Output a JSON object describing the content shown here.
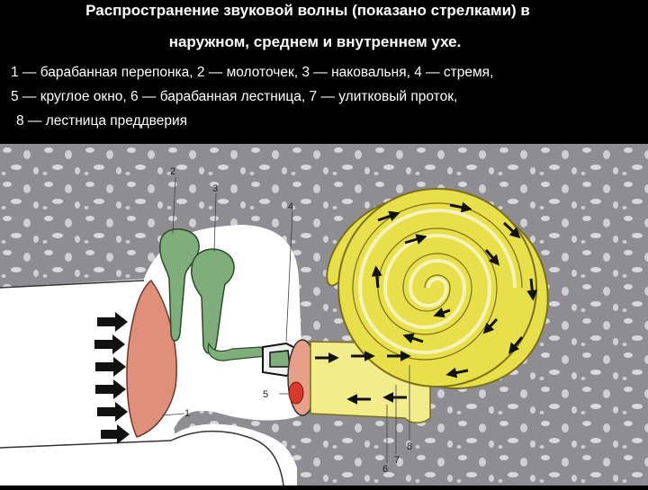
{
  "title": {
    "line1": "Распространение звуковой волны (показано стрелками) в",
    "line2": "наружном, среднем и внутреннем ухе."
  },
  "caption": {
    "line1": "1 — барабанная перепонка,   2 — молоточек,   3 — наковальня, 4 — стремя,",
    "line2": "5 — круглое окно,  6 — барабанная лестница,  7 — улитковый проток,",
    "line3": "8 — лестница преддверия"
  },
  "labels": [
    "1",
    "2",
    "3",
    "4",
    "5",
    "6",
    "7",
    "8"
  ],
  "colors": {
    "bone": "#8d8d92",
    "air": "#ffffff",
    "eardrum": "#e0907a",
    "ossicles": "#7fae7a",
    "cochlea_outer": "#e8e04a",
    "cochlea_inner": "#f2ec8a",
    "round_window": "#d83a2a",
    "oval_window": "#e6a08a",
    "arrows": "#111111"
  }
}
